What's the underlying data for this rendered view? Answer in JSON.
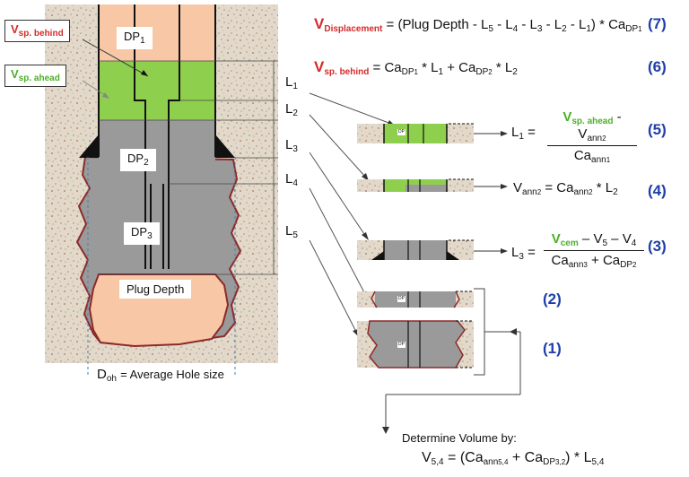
{
  "colors": {
    "formation": "#ddd3c3",
    "spacer_behind": "#f8c8a6",
    "spacer_ahead": "#8fcf4e",
    "cement": "#9a9a9a",
    "plug": "#f8c8a6",
    "hole_outline": "#8b2a2a",
    "equation_number": "#1f3ea8",
    "red_label": "#d42a2a",
    "green_label": "#4caf2a"
  },
  "labels": {
    "v_sp_behind": "V",
    "v_sp_behind_sub": "sp. behind",
    "v_sp_ahead": "V",
    "v_sp_ahead_sub": "sp. ahead",
    "dp1": "DP",
    "dp1_sub": "1",
    "dp2": "DP",
    "dp2_sub": "2",
    "dp3": "DP",
    "dp3_sub": "3",
    "plug_depth": "Plug Depth",
    "doh": "D",
    "doh_sub": "oh",
    "doh_text": "= Average Hole size",
    "l1": "L",
    "l1_sub": "1",
    "l2": "L",
    "l2_sub": "2",
    "l3": "L",
    "l3_sub": "3",
    "l4": "L",
    "l4_sub": "4",
    "l5": "L",
    "l5_sub": "5",
    "mini_dp1": "DP",
    "mini_dp2": "DP",
    "mini_dp3": "DP"
  },
  "equations": {
    "eq7": {
      "lhs": "V",
      "lhs_sub": "Displacement",
      "rhs": "= (Plug Depth - L",
      "rhs_tail": "5",
      "rhs2": " - L",
      "rhs2_tail": "4",
      "rhs3": " - L",
      "rhs3_tail": "3",
      "rhs4": " - L",
      "rhs4_tail": "2",
      "rhs5": " - L",
      "rhs5_tail": "1",
      "rhs6": ") * Ca",
      "rhs6_tail": "DP",
      "rhs6_tail2": "1",
      "number": "(7)"
    },
    "eq6": {
      "lhs": "V",
      "lhs_sub": "sp. behind",
      "rhs": "= Ca",
      "rhs_sub": "DP",
      "rhs_sub2": "1",
      "rhs2": " * L",
      "rhs2_sub": "1",
      "rhs3": " + Ca",
      "rhs3_sub": "DP",
      "rhs3_sub2": "2",
      "rhs4": " * L",
      "rhs4_sub": "2",
      "number": "(6)"
    },
    "eq5": {
      "lhs": "L",
      "lhs_sub": "1",
      "eq": "=",
      "num_a": "V",
      "num_a_sub": "sp. ahead",
      "num_b": " - V",
      "num_b_sub": "ann",
      "num_b_sub2": "2",
      "den": "Ca",
      "den_sub": "ann",
      "den_sub2": "1",
      "number": "(5)"
    },
    "eq4": {
      "lhs": "V",
      "lhs_sub": "ann",
      "lhs_sub2": "2",
      "rhs": "= Ca",
      "rhs_sub": "ann",
      "rhs_sub2": "2",
      "rhs2": " * L",
      "rhs2_sub": "2",
      "number": "(4)"
    },
    "eq3": {
      "lhs": "L",
      "lhs_sub": "3",
      "eq": "=",
      "num_a": "V",
      "num_a_sub": "cem",
      "num_b": " – V",
      "num_b_sub": "5",
      "num_c": " – V",
      "num_c_sub": "4",
      "den": "Ca",
      "den_sub": "ann",
      "den_sub2": "3",
      "den2": " + Ca",
      "den2_sub": "DP",
      "den2_sub2": "2",
      "number": "(3)"
    },
    "eq2": {
      "number": "(2)"
    },
    "eq1": {
      "number": "(1)"
    },
    "determine": {
      "title": "Determine Volume by:",
      "lhs": "V",
      "lhs_sub": "5,4",
      "rhs": "= (Ca",
      "rhs_sub": "ann",
      "rhs_sub2": "5,4",
      "rhs2": " + Ca",
      "rhs2_sub": "DP",
      "rhs2_sub2": "3,2",
      "rhs3": ") * L",
      "rhs3_sub": "5,4"
    }
  }
}
